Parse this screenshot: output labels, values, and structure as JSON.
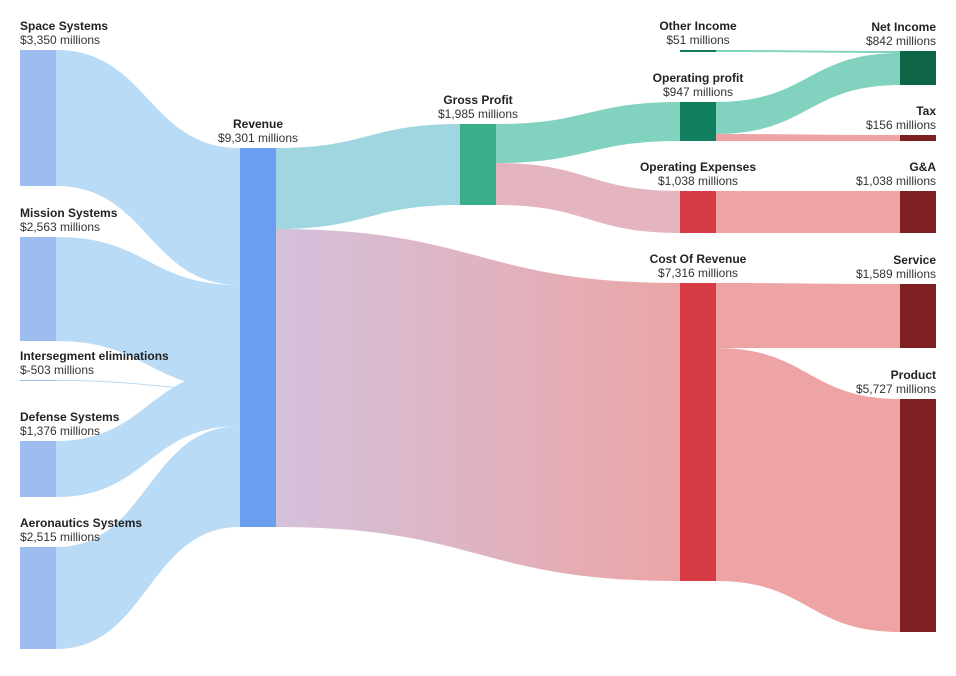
{
  "chart_data": {
    "type": "sankey",
    "unit": "millions",
    "nodes": [
      {
        "id": "space",
        "name": "Space Systems",
        "label": "$3,350 millions",
        "value": 3350,
        "column": 0,
        "color": "#9dbdf0"
      },
      {
        "id": "mission",
        "name": "Mission Systems",
        "label": "$2,563 millions",
        "value": 2563,
        "column": 0,
        "color": "#9dbdf0"
      },
      {
        "id": "interseg",
        "name": "Intersegment eliminations",
        "label": "$-503 millions",
        "value": -503,
        "column": 0,
        "color": "#9dbdf0"
      },
      {
        "id": "defense",
        "name": "Defense Systems",
        "label": "$1,376 millions",
        "value": 1376,
        "column": 0,
        "color": "#9dbdf0"
      },
      {
        "id": "aero",
        "name": "Aeronautics Systems",
        "label": "$2,515 millions",
        "value": 2515,
        "column": 0,
        "color": "#9dbdf0"
      },
      {
        "id": "revenue",
        "name": "Revenue",
        "label": "$9,301 millions",
        "value": 9301,
        "column": 1,
        "color": "#6a9ef0"
      },
      {
        "id": "gross",
        "name": "Gross Profit",
        "label": "$1,985 millions",
        "value": 1985,
        "column": 2,
        "color": "#3aae8a"
      },
      {
        "id": "other",
        "name": "Other Income",
        "label": "$51 millions",
        "value": 51,
        "column": 3,
        "color": "#157a5a"
      },
      {
        "id": "opprofit",
        "name": "Operating profit",
        "label": "$947 millions",
        "value": 947,
        "column": 3,
        "color": "#117f5e"
      },
      {
        "id": "opex",
        "name": "Operating Expenses",
        "label": "$1,038 millions",
        "value": 1038,
        "column": 3,
        "color": "#d63a45"
      },
      {
        "id": "cor",
        "name": "Cost Of Revenue",
        "label": "$7,316 millions",
        "value": 7316,
        "column": 3,
        "color": "#d63a45"
      },
      {
        "id": "netinc",
        "name": "Net Income",
        "label": "$842 millions",
        "value": 842,
        "column": 4,
        "color": "#0e6446"
      },
      {
        "id": "tax",
        "name": "Tax",
        "label": "$156 millions",
        "value": 156,
        "column": 4,
        "color": "#7e1f22"
      },
      {
        "id": "ga",
        "name": "G&A",
        "label": "$1,038 millions",
        "value": 1038,
        "column": 4,
        "color": "#7e1f22"
      },
      {
        "id": "service",
        "name": "Service",
        "label": "$1,589 millions",
        "value": 1589,
        "column": 4,
        "color": "#7e1f22"
      },
      {
        "id": "product",
        "name": "Product",
        "label": "$5,727 millions",
        "value": 5727,
        "column": 4,
        "color": "#7e1f22"
      }
    ],
    "links": [
      {
        "source": "space",
        "target": "revenue",
        "value": 3350
      },
      {
        "source": "mission",
        "target": "revenue",
        "value": 2563
      },
      {
        "source": "interseg",
        "target": "revenue",
        "value": -503
      },
      {
        "source": "defense",
        "target": "revenue",
        "value": 1376
      },
      {
        "source": "aero",
        "target": "revenue",
        "value": 2515
      },
      {
        "source": "revenue",
        "target": "gross",
        "value": 1985
      },
      {
        "source": "revenue",
        "target": "cor",
        "value": 7316
      },
      {
        "source": "gross",
        "target": "opprofit",
        "value": 947
      },
      {
        "source": "gross",
        "target": "opex",
        "value": 1038
      },
      {
        "source": "other",
        "target": "netinc",
        "value": 51
      },
      {
        "source": "opprofit",
        "target": "netinc",
        "value": 791
      },
      {
        "source": "opprofit",
        "target": "tax",
        "value": 156
      },
      {
        "source": "opex",
        "target": "ga",
        "value": 1038
      },
      {
        "source": "cor",
        "target": "service",
        "value": 1589
      },
      {
        "source": "cor",
        "target": "product",
        "value": 5727
      }
    ],
    "colors": {
      "segment_link": "#b9dbf5",
      "revenue_to_gross_link": "#9fd6df",
      "revenue_to_cost_start": "#d4c1dc",
      "revenue_to_cost_end": "#eba5a6",
      "profit_link": "#82d2c0",
      "expense_link": "#eea3a4",
      "gross_to_opex_link": "#e4b4bf"
    }
  }
}
